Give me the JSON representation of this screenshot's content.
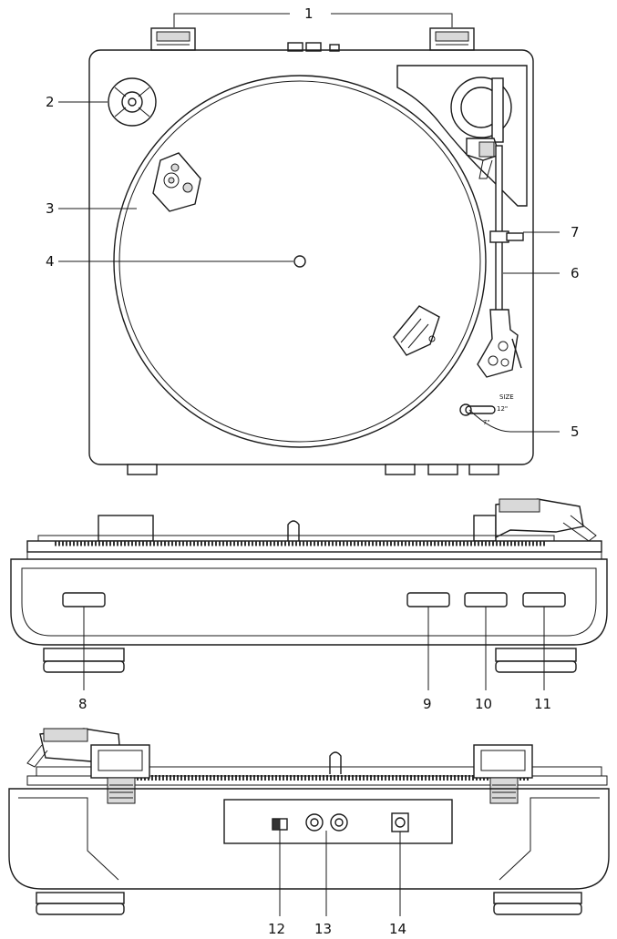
{
  "callouts": {
    "c1": "1",
    "c2": "2",
    "c3": "3",
    "c4": "4",
    "c5": "5",
    "c6": "6",
    "c7": "7",
    "c8": "8",
    "c9": "9",
    "c10": "10",
    "c11": "11",
    "c12": "12",
    "c13": "13",
    "c14": "14"
  },
  "size_selector": {
    "title": "SIZE",
    "large": "12\"",
    "small": "7\""
  }
}
